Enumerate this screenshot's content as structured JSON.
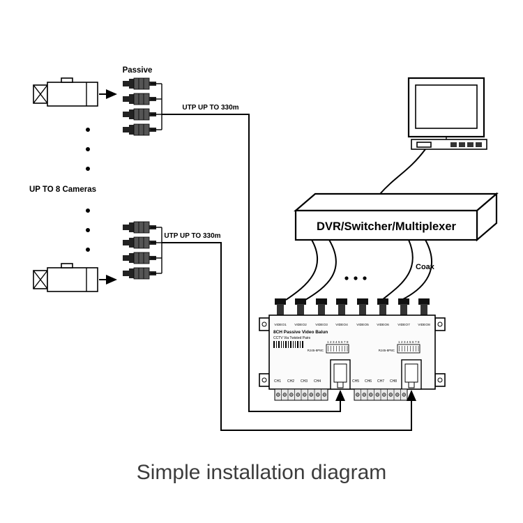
{
  "labels": {
    "passive": "Passive",
    "utp_top": "UTP UP TO 330m",
    "utp_bottom": "UTP UP TO 330m",
    "up_to_8_cameras": "UP TO 8 Cameras",
    "dvr": "DVR/Switcher/Multiplexer",
    "coax": "Coax",
    "caption": "Simple installation diagram"
  },
  "balun": {
    "title": "8CH Passive Video Balun",
    "subtitle": "CCTV Via Twisted Pairs",
    "video_ports": [
      "VIDEO1",
      "VIDEO2",
      "VIDEO3",
      "VIDEO4",
      "VIDEO5",
      "VIDEO6",
      "VIDEO7",
      "VIDEO8"
    ],
    "channels": [
      "CH1",
      "CH2",
      "CH3",
      "CH4",
      "CH5",
      "CH6",
      "CH7",
      "CH8"
    ],
    "rj45_pins": "12345678",
    "rj45_left_label": "RJ45-8P8C",
    "rj45_right_label": "RJ45-8P8C"
  },
  "colors": {
    "ink": "#000000",
    "caption": "#3c3c3c",
    "background": "#ffffff"
  }
}
